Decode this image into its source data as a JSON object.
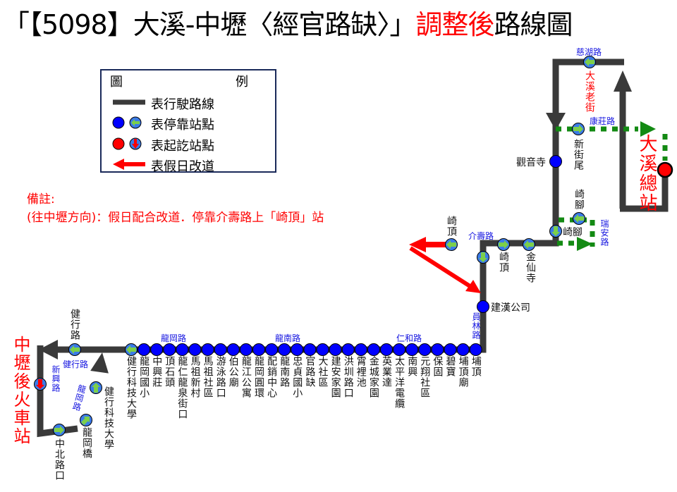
{
  "title": {
    "prefix": "「【5098】大溪-中壢〈經官路缺〉」",
    "highlight": "調整後",
    "suffix": "路線圖"
  },
  "legend": {
    "heading_left": "圖",
    "heading_right": "例",
    "items": [
      "表行駛路線",
      "表停靠站點",
      "表起訖站點",
      "表假日改道"
    ]
  },
  "note": {
    "label": "備註:",
    "text": "(往中壢方向)：假日配合改道．停靠介壽路上「崎頂」站"
  },
  "terminals": {
    "west": "中壢後火車站",
    "east": "大溪總站"
  },
  "bottom_stops": [
    "健行科技大學",
    "龍岡國小",
    "中興莊",
    "頂石頭",
    "龍仁龍泉街口",
    "馬祖新村",
    "馬祖社區",
    "游泳路口",
    "伯公廟",
    "龍江公寓",
    "龍岡圓環",
    "配銷中心",
    "龍南路",
    "忠貞國小",
    "官路缺",
    "大社區",
    "建安家園",
    "洪圳路口",
    "霄裡池",
    "金城家園",
    "英業達",
    "太平洋電纜",
    "南興",
    "元翔社區",
    "保固",
    "碧寶",
    "埔頂廟",
    "埔頂"
  ],
  "west_stops": {
    "jianxing_rd": "健行路",
    "zhongbei": "中北路口",
    "longgang_bridge": "龍岡橋",
    "jianxing_univ": "健行科技大學"
  },
  "east_stops": {
    "jianhan": "建漢公司",
    "qiding_red": "崎頂",
    "qiding": "崎頂",
    "jinxian": "金仙寺",
    "qijiao": "崎腳",
    "qijiao_detour": "崎腳",
    "guanyin": "觀音寺",
    "xinjiewei": "新街尾",
    "daxi_old_street": "大溪老街"
  },
  "roads": {
    "jianxing": "健行路",
    "xinxing": "新興路",
    "longgang_w": "龍岡路",
    "longgang": "龍岡路",
    "longnan": "龍南路",
    "renhe": "仁和路",
    "yuanlin": "員林路",
    "jieshou": "介壽路",
    "ruian": "瑞安路",
    "kangzhuang": "康莊路",
    "cihu": "慈湖路"
  },
  "colors": {
    "route": "#3a3a3a",
    "stop": "#0000ff",
    "arrow": "#7ccf4a",
    "terminal": "#ff0000",
    "detour": "#ff0000",
    "dotted": "#138a13",
    "road": "#1515e0"
  }
}
